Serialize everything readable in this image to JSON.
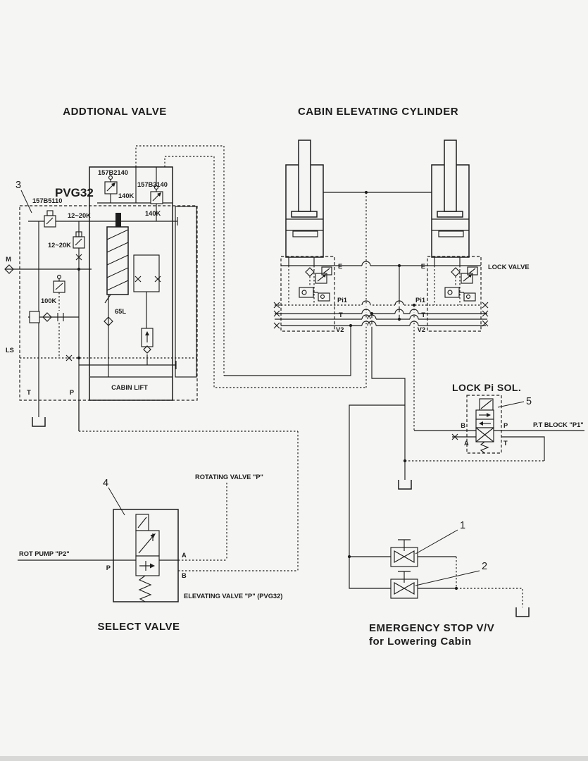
{
  "page": {
    "background": "#f5f5f3",
    "ink": "#1c1c1c"
  },
  "titles": {
    "additional_valve": "ADDTIONAL VALVE",
    "cabin_elevating_cylinder": "CABIN ELEVATING CYLINDER",
    "select_valve": "SELECT VALVE",
    "emergency_line1": "EMERGENCY STOP V/V",
    "emergency_line2": "for Lowering Cabin"
  },
  "addl": {
    "callout": "3",
    "model": "PVG32",
    "part_no": "157B5110",
    "relief1_part": "157B2140",
    "relief1_set": "140K",
    "relief2_part": "157B2140",
    "relief2_set": "140K",
    "pilot1": "12~20K",
    "pilot2": "12~20K",
    "p100": "100K",
    "flow": "65L",
    "section": "CABIN LIFT",
    "port_m": "M",
    "port_ls": "LS",
    "port_t": "T",
    "port_p": "P"
  },
  "lock": {
    "title": "LOCK VALVE",
    "l_e": "E",
    "l_pi1": "Pi1",
    "l_t": "T",
    "l_v2": "V2",
    "r_e": "E",
    "r_pi1": "Pi1",
    "r_t": "T",
    "r_v2": "V2"
  },
  "pisol": {
    "title": "LOCK Pi SOL.",
    "callout": "5",
    "b": "B",
    "p": "P",
    "a": "A",
    "t": "T",
    "pt_block": "P.T BLOCK \"P1\""
  },
  "select": {
    "callout": "4",
    "title": "SELECT VALVE",
    "rotating": "ROTATING VALVE \"P\"",
    "rot_pump": "ROT PUMP \"P2\"",
    "elevating": "ELEVATING VALVE \"P\" (PVG32)",
    "p": "P",
    "a": "A",
    "b": "B"
  },
  "emergency": {
    "c1": "1",
    "c2": "2"
  }
}
